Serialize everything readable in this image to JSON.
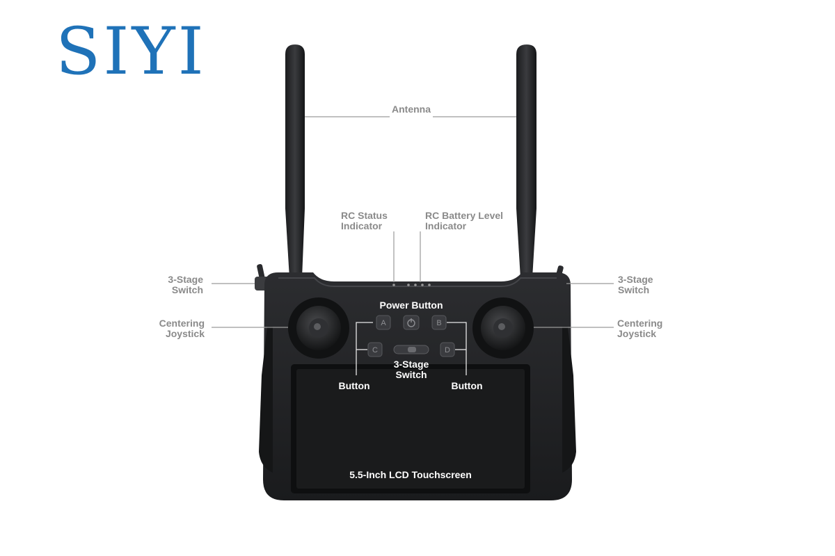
{
  "brand": {
    "logo_text": "SIYI",
    "color": "#1f72b8"
  },
  "labels": {
    "antenna": "Antenna",
    "rc_status": "RC Status\nIndicator",
    "rc_battery": "RC Battery Level\nIndicator",
    "left_switch": "3-Stage\nSwitch",
    "right_switch": "3-Stage\nSwitch",
    "left_joystick": "Centering\nJoystick",
    "right_joystick": "Centering\nJoystick",
    "power_button": "Power Button",
    "button_left": "Button",
    "button_right": "Button",
    "center_switch": "3-Stage\nSwitch",
    "touchscreen": "5.5-Inch LCD Touchscreen"
  },
  "buttons": {
    "a": "A",
    "b": "B",
    "c": "C",
    "d": "D"
  },
  "colors": {
    "body": "#1f2022",
    "screen": "#161718",
    "label_gray": "#8a8a8a"
  }
}
